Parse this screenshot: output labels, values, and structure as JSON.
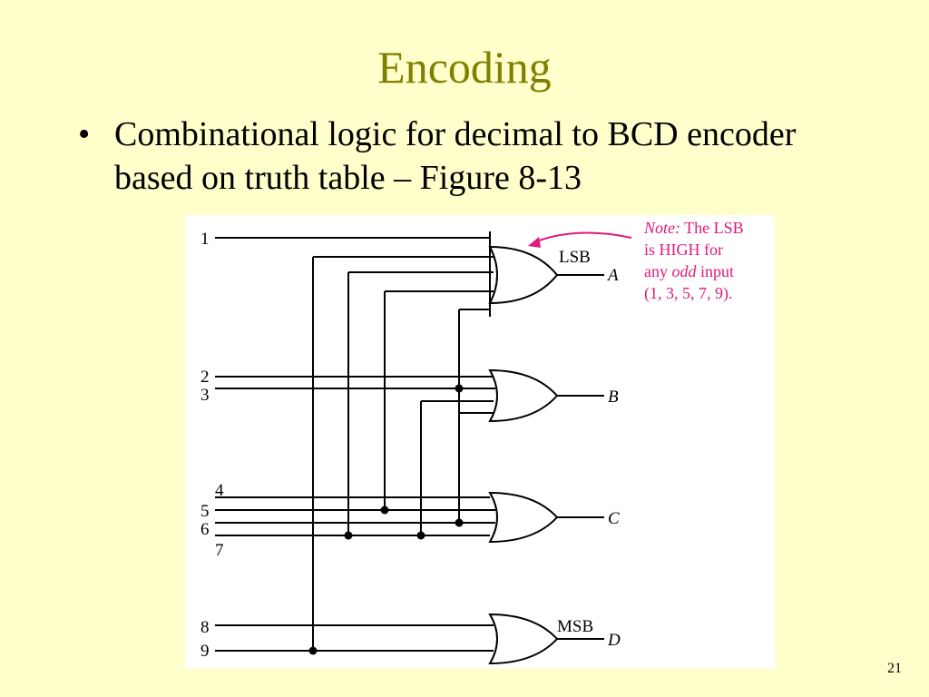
{
  "slide": {
    "title": "Encoding",
    "bullet": "•",
    "bullet_text": "Combinational logic for decimal to BCD encoder based on truth table – Figure 8-13",
    "slide_number": "21"
  },
  "diagram": {
    "inputs": [
      "1",
      "2",
      "3",
      "4",
      "5",
      "6",
      "7",
      "8",
      "9"
    ],
    "outputs": [
      {
        "tag": "LSB",
        "name": "A"
      },
      {
        "tag": "",
        "name": "B"
      },
      {
        "tag": "",
        "name": "C"
      },
      {
        "tag": "MSB",
        "name": "D"
      }
    ],
    "note": {
      "line1_italic": "Note:",
      "line1_rest": " The LSB",
      "line2": "is HIGH for",
      "line3_pre": "any ",
      "line3_italic": "odd",
      "line3_post": " input",
      "line4": "(1, 3, 5, 7, 9)."
    },
    "colors": {
      "background": "#ffffcc",
      "title": "#808000",
      "note": "#e0197a"
    }
  }
}
